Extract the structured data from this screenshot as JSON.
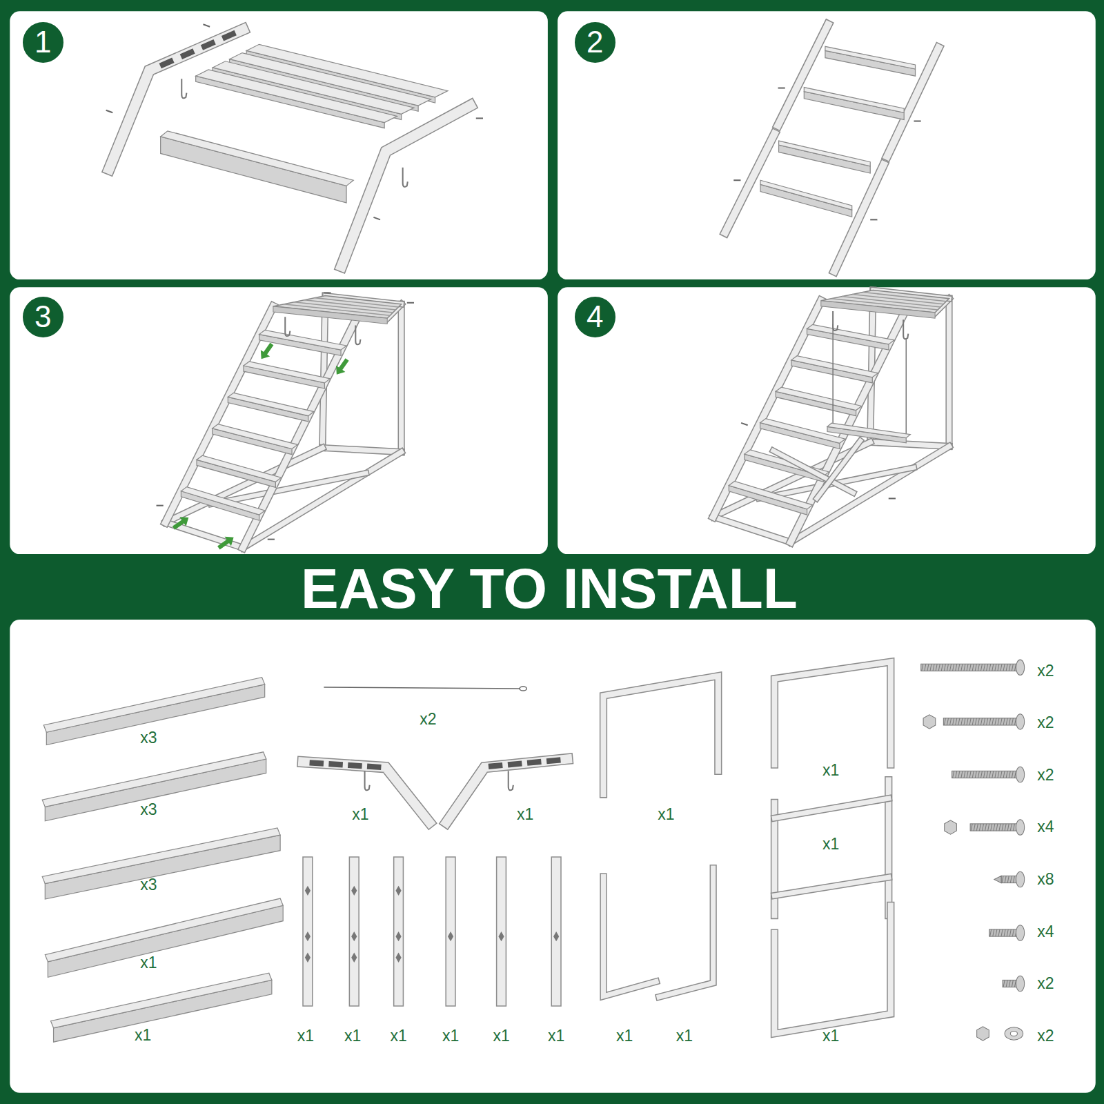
{
  "diagram": {
    "title": "EASY TO INSTALL",
    "nodes": [
      {
        "text": [
          "1"
        ]
      },
      {
        "text": [
          "2"
        ]
      },
      {
        "text": [
          "3"
        ]
      },
      {
        "text": [
          "4"
        ]
      }
    ],
    "edges": [],
    "labels": [
      "x2",
      "x1",
      "x1",
      "x1",
      "x1",
      "x3",
      "x1",
      "x3",
      "x3",
      "x1",
      "x1",
      "x1",
      "x1",
      "x1",
      "x1",
      "x1",
      "x1",
      "x1",
      "x1",
      "x1",
      "x2",
      "x2",
      "x2",
      "x4",
      "x8",
      "x4",
      "x2",
      "x2"
    ]
  }
}
